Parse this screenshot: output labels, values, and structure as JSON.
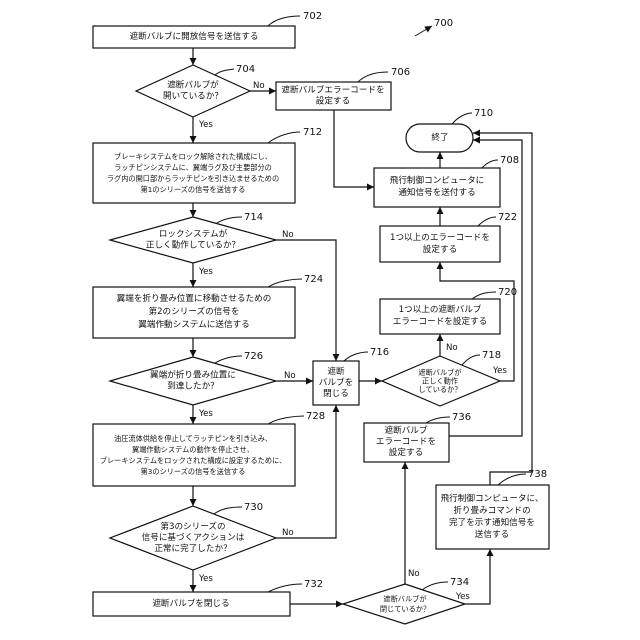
{
  "figure_number": "700",
  "nodes": {
    "n702": {
      "ref": "702",
      "lines": [
        "遮断バルブに開放信号を送信する"
      ]
    },
    "n704": {
      "ref": "704",
      "lines": [
        "遮断バルブが",
        "開いているか？"
      ]
    },
    "n706": {
      "ref": "706",
      "lines": [
        "遮断バルブエラーコードを",
        "設定する"
      ]
    },
    "n710": {
      "ref": "710",
      "lines": [
        "終了"
      ]
    },
    "n712": {
      "ref": "712",
      "lines": [
        "ブレーキシステムをロック解除された構成にし、",
        "ラッチピンシステムに、翼端ラグ及び主要部分の",
        "ラグ内の開口部からラッチピンを引き込ませるための",
        "第1のシリーズの信号を送信する"
      ]
    },
    "n708": {
      "ref": "708",
      "lines": [
        "飛行制御コンピュータに",
        "通知信号を送付する"
      ]
    },
    "n714": {
      "ref": "714",
      "lines": [
        "ロックシステムが",
        "正しく動作しているか？"
      ]
    },
    "n722": {
      "ref": "722",
      "lines": [
        "1つ以上のエラーコードを",
        "設定する"
      ]
    },
    "n724": {
      "ref": "724",
      "lines": [
        "翼端を折り畳み位置に移動させるための",
        "第2のシリーズの信号を",
        "翼端作動システムに送信する"
      ]
    },
    "n720": {
      "ref": "720",
      "lines": [
        "1つ以上の遮断バルブ",
        "エラーコードを設定する"
      ]
    },
    "n726": {
      "ref": "726",
      "lines": [
        "翼端が折り畳み位置に",
        "到達したか？"
      ]
    },
    "n716": {
      "ref": "716",
      "lines": [
        "遮断",
        "バルブを",
        "閉じる"
      ]
    },
    "n718": {
      "ref": "718",
      "lines": [
        "遮断バルブが",
        "正しく動作",
        "しているか？"
      ]
    },
    "n736": {
      "ref": "736",
      "lines": [
        "遮断バルブ",
        "エラーコードを",
        "設定する"
      ]
    },
    "n728": {
      "ref": "728",
      "lines": [
        "油圧流体供給を停止してラッチピンを引き込み、",
        "翼端作動システムの動作を停止させ、",
        "ブレーキシステムをロックされた構成に設定するために、",
        "第3のシリーズの信号を送信する"
      ]
    },
    "n738": {
      "ref": "738",
      "lines": [
        "飛行制御コンピュータに、",
        "折り畳みコマンドの",
        "完了を示す通知信号を",
        "送信する"
      ]
    },
    "n730": {
      "ref": "730",
      "lines": [
        "第3のシリーズの",
        "信号に基づくアクションは",
        "正常に完了したか？"
      ]
    },
    "n732": {
      "ref": "732",
      "lines": [
        "遮断バルブを閉じる"
      ]
    },
    "n734": {
      "ref": "734",
      "lines": [
        "遮断バルブが",
        "閉じているか？"
      ]
    }
  },
  "edge_labels": {
    "e704_no": "No",
    "e704_yes": "Yes",
    "e714_no": "No",
    "e714_yes": "Yes",
    "e726_no": "No",
    "e726_yes": "Yes",
    "e718_no": "No",
    "e718_yes": "Yes",
    "e730_no": "No",
    "e730_yes": "Yes",
    "e734_no": "No",
    "e734_yes": "Yes"
  }
}
